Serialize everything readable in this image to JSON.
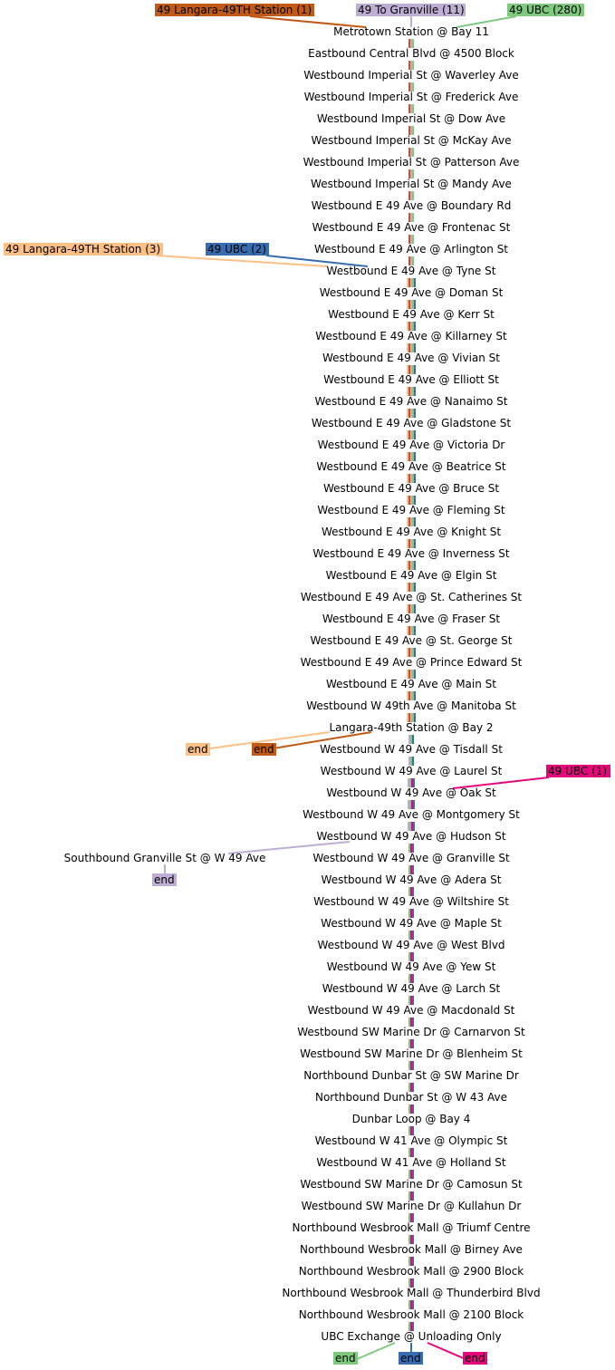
{
  "colors": {
    "ubc280": "#7fc97f",
    "granville11": "#beaed4",
    "langara3": "#fdc086",
    "ubc1": "#e7077c",
    "ubc2": "#386cb0",
    "langara1": "#c15a16"
  },
  "routes": [
    {
      "id": "ubc280",
      "label": "49 UBC (280)",
      "end_label": "end"
    },
    {
      "id": "granville11",
      "label": "49 To Granville (11)",
      "end_label": "end"
    },
    {
      "id": "langara3",
      "label": "49 Langara-49TH Station (3)",
      "end_label": "end"
    },
    {
      "id": "ubc1",
      "label": "49 UBC (1)",
      "end_label": "end"
    },
    {
      "id": "ubc2",
      "label": "49 UBC (2)",
      "end_label": "end"
    },
    {
      "id": "langara1",
      "label": "49 Langara-49TH Station (1)",
      "end_label": "end"
    }
  ],
  "branch_stop": "Southbound Granville St @ W 49 Ave",
  "stops": [
    "Metrotown Station @ Bay 11",
    "Eastbound Central Blvd @ 4500 Block",
    "Westbound Imperial St @ Waverley Ave",
    "Westbound Imperial St @ Frederick Ave",
    "Westbound Imperial St @ Dow Ave",
    "Westbound Imperial St @ McKay Ave",
    "Westbound Imperial St @ Patterson Ave",
    "Westbound Imperial St @ Mandy Ave",
    "Westbound E 49 Ave @ Boundary Rd",
    "Westbound E 49 Ave @ Frontenac St",
    "Westbound E 49 Ave @ Arlington St",
    "Westbound E 49 Ave @ Tyne St",
    "Westbound E 49 Ave @ Doman St",
    "Westbound E 49 Ave @ Kerr St",
    "Westbound E 49 Ave @ Killarney St",
    "Westbound E 49 Ave @ Vivian St",
    "Westbound E 49 Ave @ Elliott St",
    "Westbound E 49 Ave @ Nanaimo St",
    "Westbound E 49 Ave @ Gladstone St",
    "Westbound E 49 Ave @ Victoria Dr",
    "Westbound E 49 Ave @ Beatrice St",
    "Westbound E 49 Ave @ Bruce St",
    "Westbound E 49 Ave @ Fleming St",
    "Westbound E 49 Ave @ Knight St",
    "Westbound E 49 Ave @ Inverness St",
    "Westbound E 49 Ave @ Elgin St",
    "Westbound E 49 Ave @ St. Catherines St",
    "Westbound E 49 Ave @ Fraser St",
    "Westbound E 49 Ave @ St. George St",
    "Westbound E 49 Ave @ Prince Edward St",
    "Westbound E 49 Ave @ Main St",
    "Westbound W 49th Ave @ Manitoba St",
    "Langara-49th Station @ Bay 2",
    "Westbound W 49 Ave @ Tisdall St",
    "Westbound W 49 Ave @ Laurel St",
    "Westbound W 49 Ave @ Oak St",
    "Westbound W 49 Ave @ Montgomery St",
    "Westbound W 49 Ave @ Hudson St",
    "Westbound W 49 Ave @ Granville St",
    "Westbound W 49 Ave @ Adera St",
    "Westbound W 49 Ave @ Wiltshire St",
    "Westbound W 49 Ave @ Maple St",
    "Westbound W 49 Ave @ West Blvd",
    "Westbound W 49 Ave @ Yew St",
    "Westbound W 49 Ave @ Larch St",
    "Westbound W 49 Ave @ Macdonald St",
    "Westbound SW Marine Dr @ Carnarvon St",
    "Westbound SW Marine Dr @ Blenheim St",
    "Northbound Dunbar St @ SW Marine Dr",
    "Northbound Dunbar St @ W 43 Ave",
    "Dunbar Loop @ Bay 4",
    "Westbound W 41 Ave @ Olympic St",
    "Westbound W 41 Ave @ Holland St",
    "Westbound SW Marine Dr @ Camosun St",
    "Westbound SW Marine Dr @ Kullahun Dr",
    "Northbound Wesbrook Mall @ Triumf Centre",
    "Northbound Wesbrook Mall @ Birney Ave",
    "Northbound Wesbrook Mall @ 2900 Block",
    "Northbound Wesbrook Mall @ Thunderbird Blvd",
    "Northbound Wesbrook Mall @ 2100 Block",
    "UBC Exchange @ Unloading Only"
  ]
}
